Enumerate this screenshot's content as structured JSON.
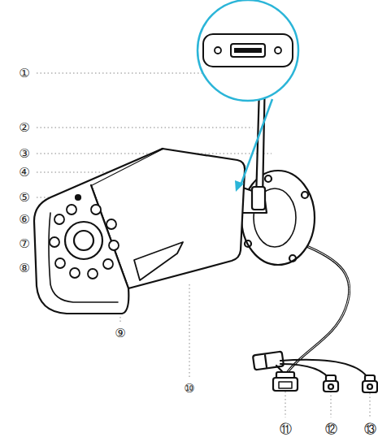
{
  "diagram": {
    "labels": [
      "①",
      "②",
      "③",
      "④",
      "⑤",
      "⑥",
      "⑦",
      "⑧",
      "⑨",
      "⑩",
      "⑪",
      "⑫",
      "⑬"
    ]
  }
}
